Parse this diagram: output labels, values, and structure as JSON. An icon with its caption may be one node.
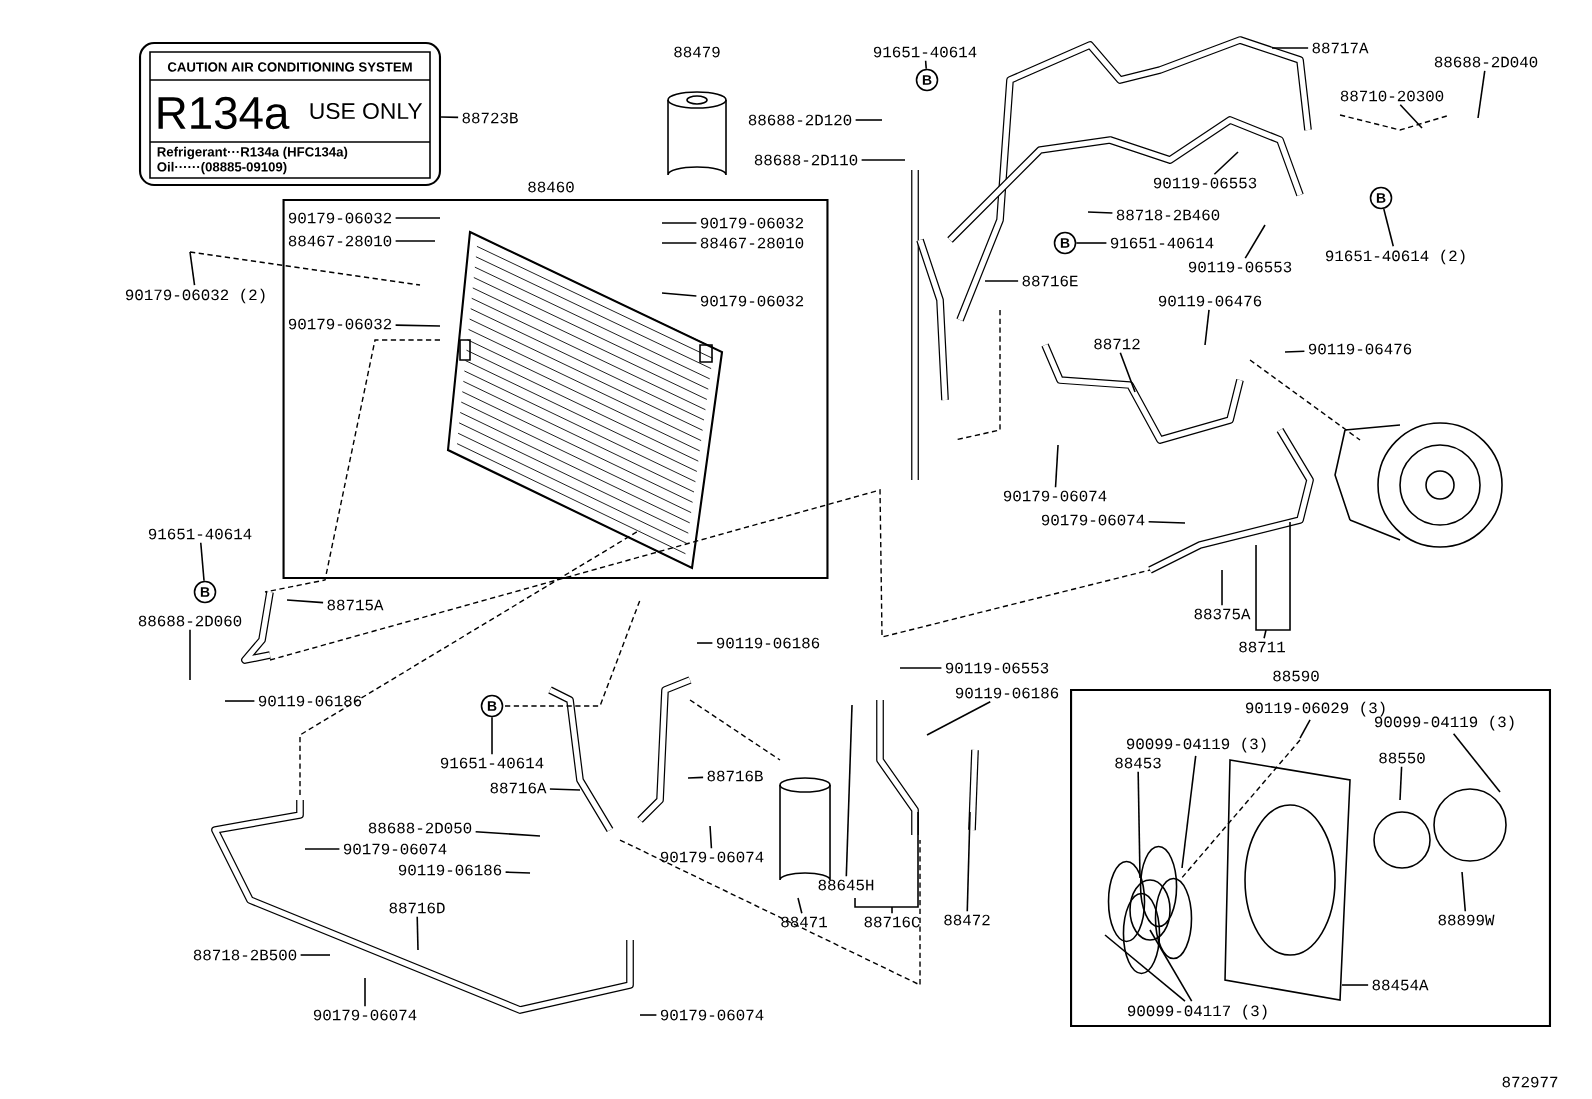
{
  "diagram": {
    "nodes": [
      {
        "text": [
          "CAUTION  AIR CONDITIONING SYSTEM",
          "R134a",
          "USE ONLY",
          "Refrigerant···R134a (HFC134a)",
          "Oil······(08885-09109)"
        ]
      },
      {
        "text": [
          "88460"
        ]
      },
      {
        "text": [
          "88590"
        ]
      },
      {
        "text": [
          "88723B"
        ]
      },
      {
        "text": [
          "91651-40614"
        ]
      },
      {
        "text": [
          "88688-2D120"
        ]
      },
      {
        "text": [
          "88688-2D110"
        ]
      },
      {
        "text": [
          "88717A"
        ]
      },
      {
        "text": [
          "88688-2D040"
        ]
      },
      {
        "text": [
          "88710-20300"
        ]
      },
      {
        "text": [
          "90119-06553"
        ]
      },
      {
        "text": [
          "88718-2B460"
        ]
      },
      {
        "text": [
          "91651-40614"
        ]
      },
      {
        "text": [
          "90119-06553"
        ]
      },
      {
        "text": [
          "91651-40614 (2)"
        ]
      },
      {
        "text": [
          "88716E"
        ]
      },
      {
        "text": [
          "90119-06476"
        ]
      },
      {
        "text": [
          "88712"
        ]
      },
      {
        "text": [
          "90119-06476"
        ]
      },
      {
        "text": [
          "90179-06074"
        ]
      },
      {
        "text": [
          "90179-06074"
        ]
      },
      {
        "text": [
          "88375A"
        ]
      },
      {
        "text": [
          "88711"
        ]
      },
      {
        "text": [
          "90179-06032 (2)"
        ]
      },
      {
        "text": [
          "91651-40614"
        ]
      },
      {
        "text": [
          "88715A"
        ]
      },
      {
        "text": [
          "88688-2D060"
        ]
      },
      {
        "text": [
          "90119-06186"
        ]
      },
      {
        "text": [
          "90119-06186"
        ]
      },
      {
        "text": [
          "91651-40614"
        ]
      },
      {
        "text": [
          "88716A"
        ]
      },
      {
        "text": [
          "88716B"
        ]
      },
      {
        "text": [
          "88688-2D050"
        ]
      },
      {
        "text": [
          "90179-06074"
        ]
      },
      {
        "text": [
          "90179-06074"
        ]
      },
      {
        "text": [
          "90119-06186"
        ]
      },
      {
        "text": [
          "88716D"
        ]
      },
      {
        "text": [
          "88718-2B500"
        ]
      },
      {
        "text": [
          "90179-06074"
        ]
      },
      {
        "text": [
          "90179-06074"
        ]
      },
      {
        "text": [
          "88471"
        ]
      },
      {
        "text": [
          "90119-06553"
        ]
      },
      {
        "text": [
          "90119-06186"
        ]
      },
      {
        "text": [
          "88645H"
        ]
      },
      {
        "text": [
          "88716C"
        ]
      },
      {
        "text": [
          "88472"
        ]
      },
      {
        "text": [
          "90179-06032"
        ],
        "in": 1
      },
      {
        "text": [
          "88467-28010"
        ],
        "in": 1
      },
      {
        "text": [
          "90179-06032"
        ],
        "in": 1
      },
      {
        "text": [
          "88467-28010"
        ],
        "in": 1
      },
      {
        "text": [
          "90179-06032"
        ],
        "in": 1
      },
      {
        "text": [
          "90179-06032"
        ],
        "in": 1
      },
      {
        "text": [
          "90119-06029 (3)"
        ],
        "in": 2
      },
      {
        "text": [
          "90099-04119 (3)"
        ],
        "in": 2
      },
      {
        "text": [
          "90099-04119 (3)"
        ],
        "in": 2
      },
      {
        "text": [
          "88550"
        ],
        "in": 2
      },
      {
        "text": [
          "88453"
        ],
        "in": 2
      },
      {
        "text": [
          "88899W"
        ],
        "in": 2
      },
      {
        "text": [
          "88454A"
        ],
        "in": 2
      },
      {
        "text": [
          "90099-04117 (3)"
        ],
        "in": 2
      },
      {
        "text": [
          "B"
        ]
      },
      {
        "text": [
          "B"
        ]
      },
      {
        "text": [
          "B"
        ]
      },
      {
        "text": [
          "B"
        ]
      },
      {
        "text": [
          "B"
        ]
      }
    ],
    "edges": [
      {
        "from": 3,
        "to": 0,
        "arrow": "none"
      },
      {
        "from": 4,
        "to": 60,
        "arrow": "none"
      },
      {
        "from": 5,
        "to": null,
        "arrow": "none"
      },
      {
        "from": 6,
        "to": null,
        "arrow": "none"
      },
      {
        "from": 7,
        "to": null,
        "arrow": "none"
      },
      {
        "from": 8,
        "to": null,
        "arrow": "none"
      },
      {
        "from": 9,
        "to": null,
        "arrow": "none"
      },
      {
        "from": 10,
        "to": null,
        "arrow": "none"
      },
      {
        "from": 11,
        "to": null,
        "arrow": "none"
      },
      {
        "from": 12,
        "to": 62,
        "arrow": "none"
      },
      {
        "from": 13,
        "to": null,
        "arrow": "none"
      },
      {
        "from": 14,
        "to": 61,
        "arrow": "none"
      },
      {
        "from": 15,
        "to": null,
        "arrow": "none"
      },
      {
        "from": 16,
        "to": null,
        "arrow": "none"
      },
      {
        "from": 17,
        "to": null,
        "arrow": "none"
      },
      {
        "from": 18,
        "to": null,
        "arrow": "none"
      },
      {
        "from": 19,
        "to": null,
        "arrow": "none"
      },
      {
        "from": 20,
        "to": null,
        "arrow": "none"
      },
      {
        "from": 21,
        "to": null,
        "arrow": "none"
      },
      {
        "from": 22,
        "to": null,
        "arrow": "none"
      },
      {
        "from": 23,
        "to": null,
        "arrow": "none"
      },
      {
        "from": 24,
        "to": 63,
        "arrow": "none"
      },
      {
        "from": 25,
        "to": null,
        "arrow": "none"
      },
      {
        "from": 26,
        "to": null,
        "arrow": "none"
      },
      {
        "from": 27,
        "to": null,
        "arrow": "none"
      },
      {
        "from": 28,
        "to": null,
        "arrow": "none"
      },
      {
        "from": 29,
        "to": 64,
        "arrow": "none"
      },
      {
        "from": 30,
        "to": null,
        "arrow": "none"
      },
      {
        "from": 31,
        "to": null,
        "arrow": "none"
      },
      {
        "from": 32,
        "to": null,
        "arrow": "none"
      },
      {
        "from": 33,
        "to": null,
        "arrow": "none"
      },
      {
        "from": 34,
        "to": null,
        "arrow": "none"
      },
      {
        "from": 35,
        "to": null,
        "arrow": "none"
      },
      {
        "from": 36,
        "to": null,
        "arrow": "none"
      },
      {
        "from": 37,
        "to": null,
        "arrow": "none"
      },
      {
        "from": 38,
        "to": null,
        "arrow": "none"
      },
      {
        "from": 39,
        "to": null,
        "arrow": "none"
      },
      {
        "from": 40,
        "to": null,
        "arrow": "none"
      },
      {
        "from": 41,
        "to": null,
        "arrow": "none"
      },
      {
        "from": 42,
        "to": null,
        "arrow": "none"
      },
      {
        "from": 43,
        "to": null,
        "arrow": "none"
      },
      {
        "from": 44,
        "to": null,
        "arrow": "none"
      },
      {
        "from": 45,
        "to": null,
        "arrow": "none"
      },
      {
        "from": 46,
        "to": null,
        "arrow": "none"
      },
      {
        "from": 47,
        "to": null,
        "arrow": "none"
      },
      {
        "from": 48,
        "to": null,
        "arrow": "none"
      },
      {
        "from": 49,
        "to": null,
        "arrow": "none"
      },
      {
        "from": 50,
        "to": null,
        "arrow": "none"
      },
      {
        "from": 51,
        "to": null,
        "arrow": "none"
      },
      {
        "from": 52,
        "to": null,
        "arrow": "none"
      },
      {
        "from": 53,
        "to": null,
        "arrow": "none"
      },
      {
        "from": 54,
        "to": null,
        "arrow": "none"
      },
      {
        "from": 55,
        "to": null,
        "arrow": "none"
      },
      {
        "from": 56,
        "to": null,
        "arrow": "none"
      },
      {
        "from": 57,
        "to": null,
        "arrow": "none"
      },
      {
        "from": 58,
        "to": null,
        "arrow": "none"
      },
      {
        "from": 59,
        "to": null,
        "arrow": "none"
      },
      {
        "from": 59,
        "to": null,
        "arrow": "none"
      }
    ],
    "labels": [
      "88479",
      "872977"
    ]
  }
}
